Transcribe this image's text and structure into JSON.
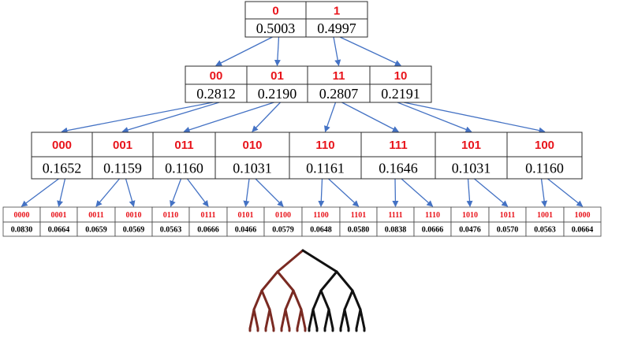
{
  "colors": {
    "code": "#e8141b",
    "arrow": "#4472c4",
    "tree_black": "#111111",
    "tree_red": "#7a2a22"
  },
  "levels": [
    {
      "cells": [
        {
          "code": "0",
          "prob": "0.5003"
        },
        {
          "code": "1",
          "prob": "0.4997"
        }
      ]
    },
    {
      "cells": [
        {
          "code": "00",
          "prob": "0.2812"
        },
        {
          "code": "01",
          "prob": "0.2190"
        },
        {
          "code": "11",
          "prob": "0.2807"
        },
        {
          "code": "10",
          "prob": "0.2191"
        }
      ]
    },
    {
      "cells": [
        {
          "code": "000",
          "prob": "0.1652"
        },
        {
          "code": "001",
          "prob": "0.1159"
        },
        {
          "code": "011",
          "prob": "0.1160"
        },
        {
          "code": "010",
          "prob": "0.1031"
        },
        {
          "code": "110",
          "prob": "0.1161"
        },
        {
          "code": "111",
          "prob": "0.1646"
        },
        {
          "code": "101",
          "prob": "0.1031"
        },
        {
          "code": "100",
          "prob": "0.1160"
        }
      ]
    },
    {
      "cells": [
        {
          "code": "0000",
          "prob": "0.0830"
        },
        {
          "code": "0001",
          "prob": "0.0664"
        },
        {
          "code": "0011",
          "prob": "0.0659"
        },
        {
          "code": "0010",
          "prob": "0.0569"
        },
        {
          "code": "0110",
          "prob": "0.0563"
        },
        {
          "code": "0111",
          "prob": "0.0666"
        },
        {
          "code": "0101",
          "prob": "0.0466"
        },
        {
          "code": "0100",
          "prob": "0.0579"
        },
        {
          "code": "1100",
          "prob": "0.0648"
        },
        {
          "code": "1101",
          "prob": "0.0580"
        },
        {
          "code": "1111",
          "prob": "0.0838"
        },
        {
          "code": "1110",
          "prob": "0.0666"
        },
        {
          "code": "1010",
          "prob": "0.0476"
        },
        {
          "code": "1011",
          "prob": "0.0570"
        },
        {
          "code": "1001",
          "prob": "0.0563"
        },
        {
          "code": "1000",
          "prob": "0.0664"
        }
      ]
    }
  ]
}
